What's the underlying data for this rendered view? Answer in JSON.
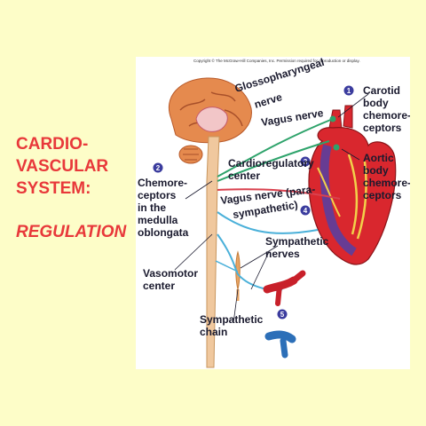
{
  "slide": {
    "title_line1": "CARDIO-",
    "title_line2": "VASCULAR",
    "title_line3": "SYSTEM:",
    "subtitle": "REGULATION",
    "title_color": "#e8383a",
    "background_color": "#fdfdc8"
  },
  "figure": {
    "copyright": "Copyright © The McGraw-Hill Companies, Inc. Permission required for reproduction or display.",
    "labels": {
      "glossopharyngeal_1": "Glossopharyngeal",
      "glossopharyngeal_2": "nerve",
      "vagus_nerve": "Vagus nerve",
      "carotid_1": "Carotid",
      "carotid_2": "body",
      "carotid_3": "chemore-",
      "carotid_4": "ceptors",
      "aortic_1": "Aortic",
      "aortic_2": "body",
      "aortic_3": "chemore-",
      "aortic_4": "ceptors",
      "chemo_1": "Chemore-",
      "chemo_2": "ceptors",
      "chemo_3": "in the",
      "chemo_4": "medulla",
      "chemo_5": "oblongata",
      "cardioreg_1": "Cardioregulatory",
      "cardioreg_2": "center",
      "vagus_para_1": "Vagus nerve (para-",
      "vagus_para_2": "sympathetic)",
      "sympathetic_nerves_1": "Sympathetic",
      "sympathetic_nerves_2": "nerves",
      "vasomotor_1": "Vasomotor",
      "vasomotor_2": "center",
      "sympathetic_chain_1": "Sympathetic",
      "sympathetic_chain_2": "chain"
    },
    "markers": [
      "1",
      "2",
      "3",
      "4",
      "5"
    ],
    "colors": {
      "marker": "#3b3c9e",
      "sensory_nerve": "#2ea36b",
      "parasympathetic_nerve": "#d9414e",
      "sympathetic_nerve": "#4ab0d9",
      "brain": "#e58a4e",
      "heart": "#d9272e",
      "vein": "#2c6fb8"
    }
  }
}
